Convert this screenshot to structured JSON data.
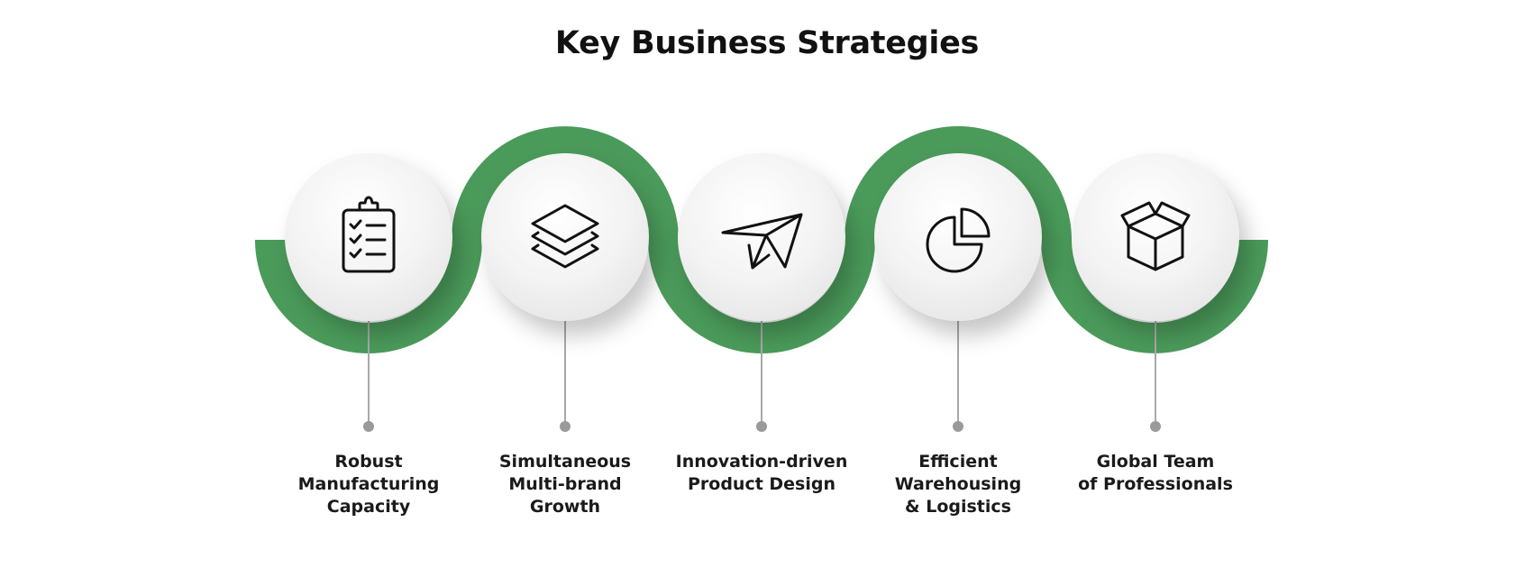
{
  "title": "Key Business Strategies",
  "colors": {
    "accent": "#4a9a5a",
    "accent_dark": "#3a8448",
    "circle": "#f4f4f4",
    "connector": "#a8a8a8",
    "dot": "#9a9a9a"
  },
  "steps": [
    {
      "icon": "clipboard-checklist-icon",
      "label": [
        "Robust",
        "Manufacturing",
        "Capacity"
      ]
    },
    {
      "icon": "layers-stack-icon",
      "label": [
        "Simultaneous",
        "Multi-brand",
        "Growth"
      ]
    },
    {
      "icon": "paper-plane-icon",
      "label": [
        "Innovation-driven",
        "Product Design"
      ]
    },
    {
      "icon": "pie-chart-icon",
      "label": [
        "Efficient",
        "Warehousing",
        "& Logistics"
      ]
    },
    {
      "icon": "open-box-icon",
      "label": [
        "Global Team",
        "of Professionals"
      ]
    }
  ]
}
